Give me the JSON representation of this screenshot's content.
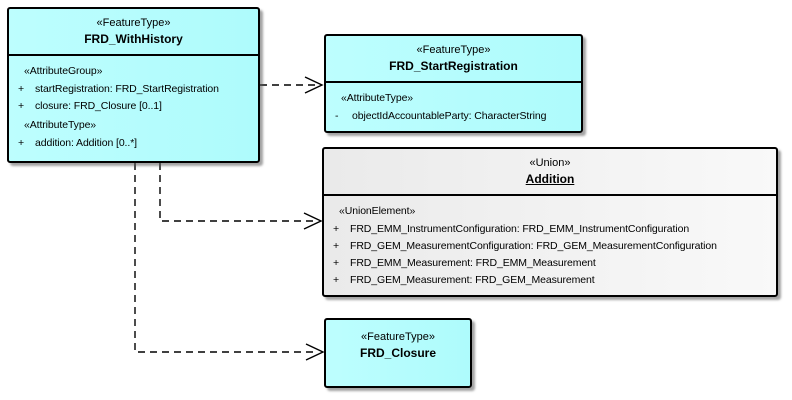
{
  "diagram": {
    "type": "uml-class-diagram",
    "colors": {
      "feature_type_fill": "#B2FDFE",
      "union_fill": "#F0F0F0",
      "border": "#000000",
      "connector": "#000000",
      "background": "#FFFFFF"
    },
    "classes": [
      {
        "id": "FRD_WithHistory",
        "stereotype": "«FeatureType»",
        "name": "FRD_WithHistory",
        "sections": [
          {
            "label": "«AttributeGroup»",
            "attributes": [
              {
                "vis": "+",
                "text": "startRegistration: FRD_StartRegistration"
              },
              {
                "vis": "+",
                "text": "closure: FRD_Closure [0..1]"
              }
            ]
          },
          {
            "label": "«AttributeType»",
            "attributes": [
              {
                "vis": "+",
                "text": "addition: Addition [0..*]"
              }
            ]
          }
        ]
      },
      {
        "id": "FRD_StartRegistration",
        "stereotype": "«FeatureType»",
        "name": "FRD_StartRegistration",
        "sections": [
          {
            "label": "«AttributeType»",
            "attributes": [
              {
                "vis": "-",
                "text": "objectIdAccountableParty: CharacterString"
              }
            ]
          }
        ]
      },
      {
        "id": "Addition",
        "stereotype": "«Union»",
        "name": "Addition",
        "sections": [
          {
            "label": "«UnionElement»",
            "attributes": [
              {
                "vis": "+",
                "text": "FRD_EMM_InstrumentConfiguration: FRD_EMM_InstrumentConfiguration"
              },
              {
                "vis": "+",
                "text": "FRD_GEM_MeasurementConfiguration: FRD_GEM_MeasurementConfiguration"
              },
              {
                "vis": "+",
                "text": "FRD_EMM_Measurement: FRD_EMM_Measurement"
              },
              {
                "vis": "+",
                "text": "FRD_GEM_Measurement: FRD_GEM_Measurement"
              }
            ]
          }
        ]
      },
      {
        "id": "FRD_Closure",
        "stereotype": "«FeatureType»",
        "name": "FRD_Closure",
        "sections": []
      }
    ],
    "connectors": [
      {
        "from": "FRD_WithHistory",
        "to": "FRD_StartRegistration",
        "kind": "dashed-dependency-open-arrow"
      },
      {
        "from": "FRD_WithHistory",
        "to": "Addition",
        "kind": "dashed-dependency-open-arrow"
      },
      {
        "from": "FRD_WithHistory",
        "to": "FRD_Closure",
        "kind": "dashed-dependency-open-arrow"
      }
    ]
  }
}
